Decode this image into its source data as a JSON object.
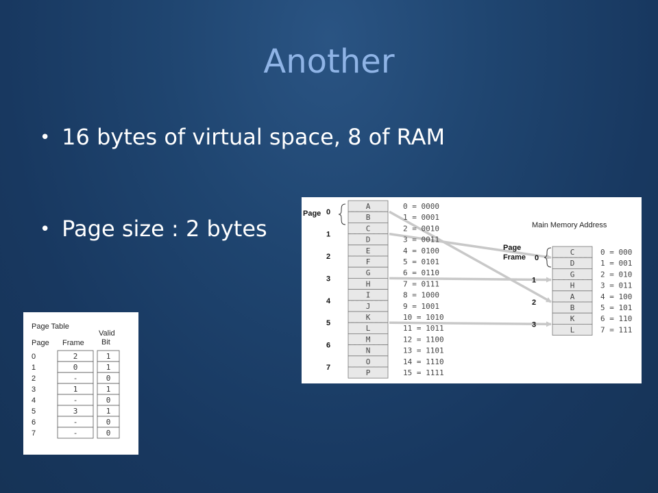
{
  "slide": {
    "title": "Another",
    "bullets": [
      "16 bytes of virtual space, 8 of RAM",
      "Page size : 2 bytes"
    ]
  },
  "page_table": {
    "title": "Page Table",
    "headers": [
      "Page",
      "Frame",
      "Valid",
      "Bit"
    ],
    "rows": [
      {
        "page": "0",
        "frame": "2",
        "valid": "1"
      },
      {
        "page": "1",
        "frame": "0",
        "valid": "1"
      },
      {
        "page": "2",
        "frame": "-",
        "valid": "0"
      },
      {
        "page": "3",
        "frame": "1",
        "valid": "1"
      },
      {
        "page": "4",
        "frame": "-",
        "valid": "0"
      },
      {
        "page": "5",
        "frame": "3",
        "valid": "1"
      },
      {
        "page": "6",
        "frame": "-",
        "valid": "0"
      },
      {
        "page": "7",
        "frame": "-",
        "valid": "0"
      }
    ]
  },
  "memory_diagram": {
    "page_label": "Page",
    "page_numbers": [
      "0",
      "1",
      "2",
      "3",
      "4",
      "5",
      "6",
      "7"
    ],
    "virtual_cells": [
      "A",
      "B",
      "C",
      "D",
      "E",
      "F",
      "G",
      "H",
      "I",
      "J",
      "K",
      "L",
      "M",
      "N",
      "O",
      "P"
    ],
    "virtual_addresses": [
      "0 = 0000",
      "1 = 0001",
      "2 = 0010",
      "3 = 0011",
      "4 = 0100",
      "5 = 0101",
      "6 = 0110",
      "7 = 0111",
      "8 = 1000",
      "9 = 1001",
      "10 = 1010",
      "11 = 1011",
      "12 = 1100",
      "13 = 1101",
      "14 = 1110",
      "15 = 1111"
    ],
    "main_memory_label": "Main Memory Address",
    "page_frame_label": [
      "Page",
      "Frame"
    ],
    "frame_numbers": [
      "0",
      "1",
      "2",
      "3"
    ],
    "physical_cells": [
      "C",
      "D",
      "G",
      "H",
      "A",
      "B",
      "K",
      "L"
    ],
    "physical_addresses": [
      "0 = 000",
      "1 = 001",
      "2 = 010",
      "3 = 011",
      "4 = 100",
      "5 = 101",
      "6 = 110",
      "7 = 111"
    ],
    "mappings": [
      {
        "page": 0,
        "frame": 2
      },
      {
        "page": 1,
        "frame": 0
      },
      {
        "page": 3,
        "frame": 1
      },
      {
        "page": 5,
        "frame": 3
      }
    ]
  }
}
